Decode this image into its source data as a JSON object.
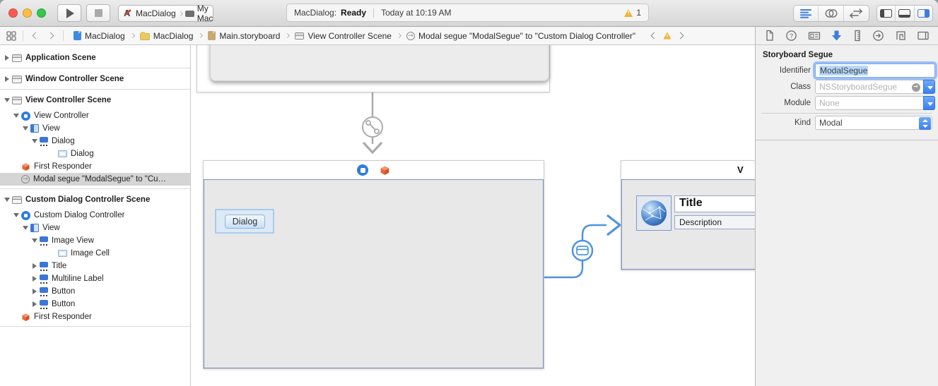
{
  "toolbar": {
    "scheme_project": "MacDialog",
    "scheme_destination": "My Mac",
    "status_project": "MacDialog:",
    "status_state": "Ready",
    "status_time": "Today at 10:19 AM",
    "warning_count": "1"
  },
  "jumpbar": {
    "crumbs": [
      {
        "icon": "project-document-icon",
        "label": "MacDialog"
      },
      {
        "icon": "folder-icon",
        "label": "MacDialog"
      },
      {
        "icon": "storyboard-document-icon",
        "label": "Main.storyboard"
      },
      {
        "icon": "scene-icon",
        "label": "View Controller Scene"
      },
      {
        "icon": "segue-icon",
        "label": "Modal segue \"ModalSegue\" to \"Custom Dialog Controller\""
      }
    ]
  },
  "sidebar": {
    "rows": [
      {
        "label": "Application Scene"
      },
      {
        "label": "Window Controller Scene"
      },
      {
        "label": "View Controller Scene"
      },
      {
        "label": "View Controller"
      },
      {
        "label": "View"
      },
      {
        "label": "Dialog"
      },
      {
        "label": "Dialog"
      },
      {
        "label": "First Responder"
      },
      {
        "label": "Modal segue \"ModalSegue\" to \"Cu…"
      },
      {
        "label": "Custom Dialog Controller Scene"
      },
      {
        "label": "Custom Dialog Controller"
      },
      {
        "label": "View"
      },
      {
        "label": "Image View"
      },
      {
        "label": "Image Cell"
      },
      {
        "label": "Title"
      },
      {
        "label": "Multiline Label"
      },
      {
        "label": "Button"
      },
      {
        "label": "Button"
      },
      {
        "label": "First Responder"
      }
    ]
  },
  "canvas": {
    "dialog_button_label": "Dialog",
    "scene3_title_partial": "V",
    "title_label": "Title",
    "description_label": "Description"
  },
  "inspector": {
    "section_title": "Storyboard Segue",
    "identifier_label": "Identifier",
    "identifier_value": "ModalSegue",
    "class_label": "Class",
    "class_value": "NSStoryboardSegue",
    "module_label": "Module",
    "module_value": "None",
    "kind_label": "Kind",
    "kind_value": "Modal"
  },
  "icons": {
    "toolbar": [
      "play-icon",
      "stop-icon",
      "xcode-project-icon",
      "my-mac-icon",
      "standard-editor-icon",
      "assistant-editor-icon",
      "version-editor-icon",
      "navigator-panel-icon",
      "debug-panel-icon",
      "utilities-panel-icon"
    ],
    "inspector_tabs": [
      "file-inspector-icon",
      "quick-help-inspector-icon",
      "identity-inspector-icon",
      "attributes-inspector-icon",
      "size-inspector-icon",
      "connections-inspector-icon",
      "object-library-icon",
      "media-library-icon"
    ],
    "selected_inspector_tab": "attributes-inspector-icon"
  },
  "colors": {
    "accent": "#3e7de0",
    "segue_blue": "#4e94e0",
    "warning": "#f2b32c",
    "selection_highlight": "#b6d7fb",
    "selected_row": "#d5d5d5"
  }
}
